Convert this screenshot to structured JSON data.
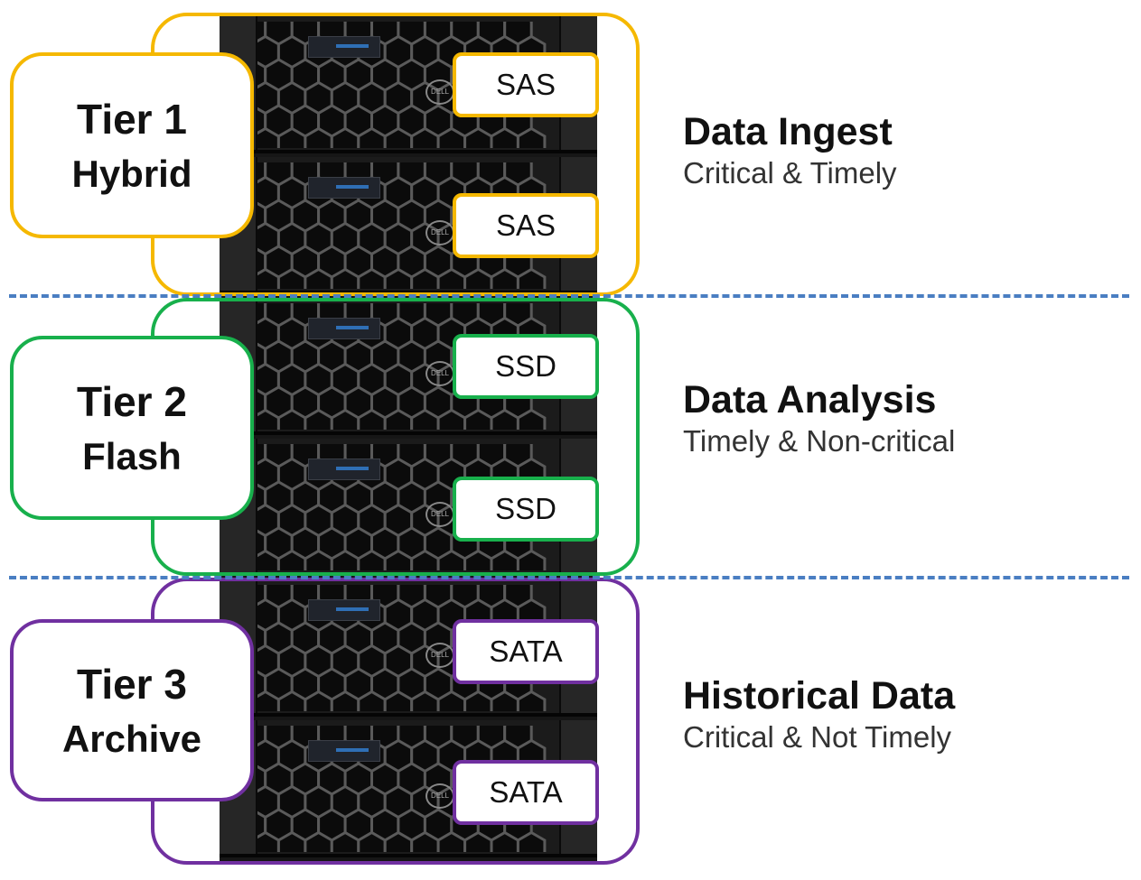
{
  "colors": {
    "tier1": "#f5b800",
    "tier2": "#18b04c",
    "tier3": "#7030a0",
    "separator": "#4a7ec2"
  },
  "tiers": [
    {
      "title": "Tier 1",
      "type": "Hybrid",
      "drives": [
        "SAS",
        "SAS"
      ],
      "desc_title": "Data Ingest",
      "desc_sub": "Critical & Timely"
    },
    {
      "title": "Tier 2",
      "type": "Flash",
      "drives": [
        "SSD",
        "SSD"
      ],
      "desc_title": "Data Analysis",
      "desc_sub": "Timely & Non-critical"
    },
    {
      "title": "Tier 3",
      "type": "Archive",
      "drives": [
        "SATA",
        "SATA"
      ],
      "desc_title": "Historical Data",
      "desc_sub": "Critical & Not Timely"
    }
  ],
  "rack": {
    "logo_text": "DELL"
  }
}
